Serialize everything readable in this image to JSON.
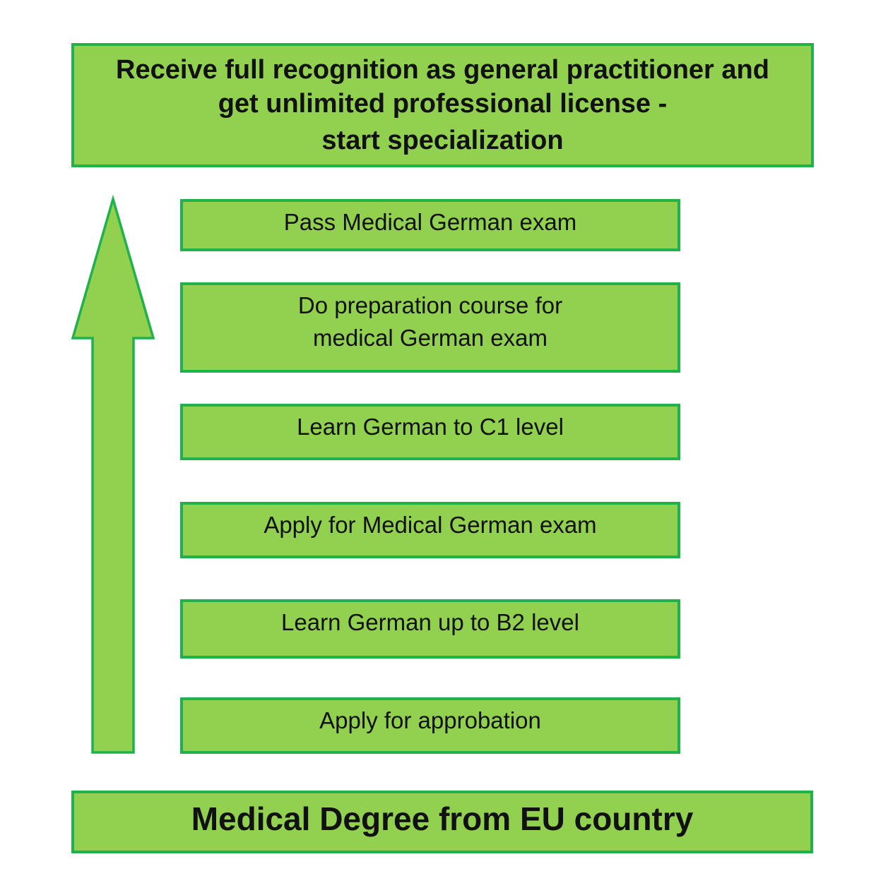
{
  "diagram": {
    "goal": {
      "lines": [
        "Receive full recognition as general practitioner and",
        "get unlimited professional license -",
        "start specialization"
      ]
    },
    "steps": [
      {
        "lines": [
          "Pass Medical German exam"
        ]
      },
      {
        "lines": [
          "Do preparation course for",
          "medical German exam"
        ]
      },
      {
        "lines": [
          "Learn German to C1 level"
        ]
      },
      {
        "lines": [
          "Apply for Medical German exam"
        ]
      },
      {
        "lines": [
          "Learn German up to B2 level"
        ]
      },
      {
        "lines": [
          "Apply for approbation"
        ]
      }
    ],
    "base": {
      "label": "Medical Degree from EU country"
    },
    "arrow": {
      "icon": "up-arrow-icon",
      "direction": "up"
    },
    "colors": {
      "box_fill": "#92d050",
      "box_border": "#1fb24a"
    }
  }
}
